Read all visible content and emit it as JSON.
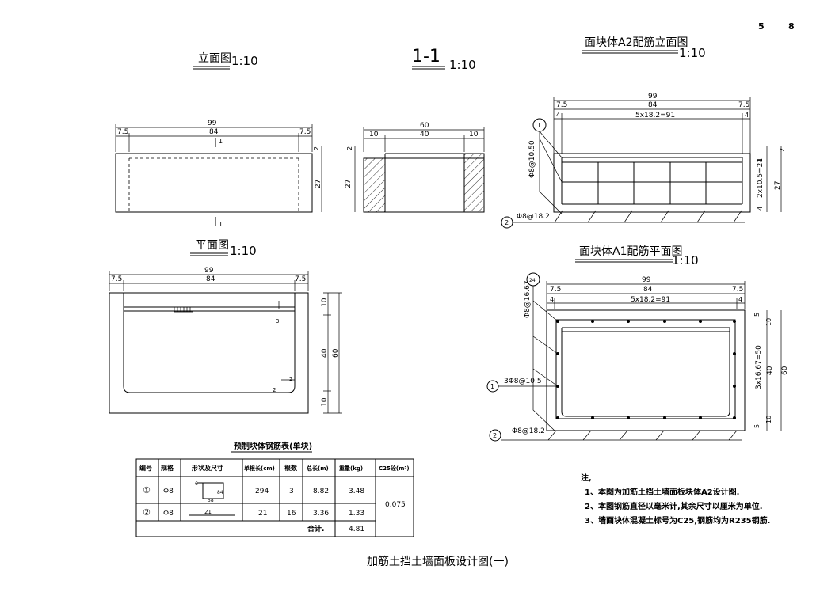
{
  "page": {
    "page_number": "5",
    "page_total": "8",
    "drawing_title": "加筋土挡土墙面板设计图(一)"
  },
  "views": {
    "elevation": {
      "title": "立面图",
      "scale": "1:10"
    },
    "section": {
      "title": "1-1",
      "scale": "1:10"
    },
    "plan": {
      "title": "平面图",
      "scale": "1:10"
    },
    "rebar_elev": {
      "title": "面块体A2配筋立面图",
      "scale": "1:10"
    },
    "rebar_plan": {
      "title": "面块体A1配筋平面图",
      "scale": "1:10"
    }
  },
  "dims": {
    "d99": "99",
    "d84": "84",
    "d75": "7.5",
    "d60": "60",
    "d40": "40",
    "d10": "10",
    "d27": "27",
    "d2": "2",
    "d3": "3",
    "d4": "4",
    "d5": "5",
    "d5x182": "5x18.2=91",
    "d2x105": "2x10.5=21",
    "d3x1667": "3x16.67=50",
    "cut1": "1"
  },
  "callouts": {
    "c1": "1",
    "c2": "2",
    "c24": "24",
    "bar_1050": "Φ8@10.50",
    "bar_182": "Φ8@18.2",
    "bar_1667": "Φ8@16.67",
    "bar_3_105": "3Φ8@10.5"
  },
  "rebar_table": {
    "title": "预制块体钢筋表(单块)",
    "headers": [
      "编号",
      "规格",
      "形状及尺寸",
      "单根长(cm)",
      "根数",
      "总长(m)",
      "重量(kg)",
      "C25砼(m³)"
    ],
    "rows": [
      {
        "no": "①",
        "spec": "Φ8",
        "shape_dims": [
          "6",
          "84",
          "58"
        ],
        "length": "294",
        "count": "3",
        "total": "8.82",
        "weight": "3.48"
      },
      {
        "no": "②",
        "spec": "Φ8",
        "shape_dims": [
          "21"
        ],
        "length": "21",
        "count": "16",
        "total": "3.36",
        "weight": "1.33"
      }
    ],
    "concrete": "0.075",
    "sum_label": "合计.",
    "sum_weight": "4.81"
  },
  "notes": {
    "title": "注,",
    "items": [
      "1、本图为加筋土挡土墙面板块体A2设计图.",
      "2、本图钢筋直径以毫米计,其余尺寸以厘米为单位.",
      "3、墙面块体混凝土标号为C25,钢筋均为R235钢筋."
    ]
  }
}
